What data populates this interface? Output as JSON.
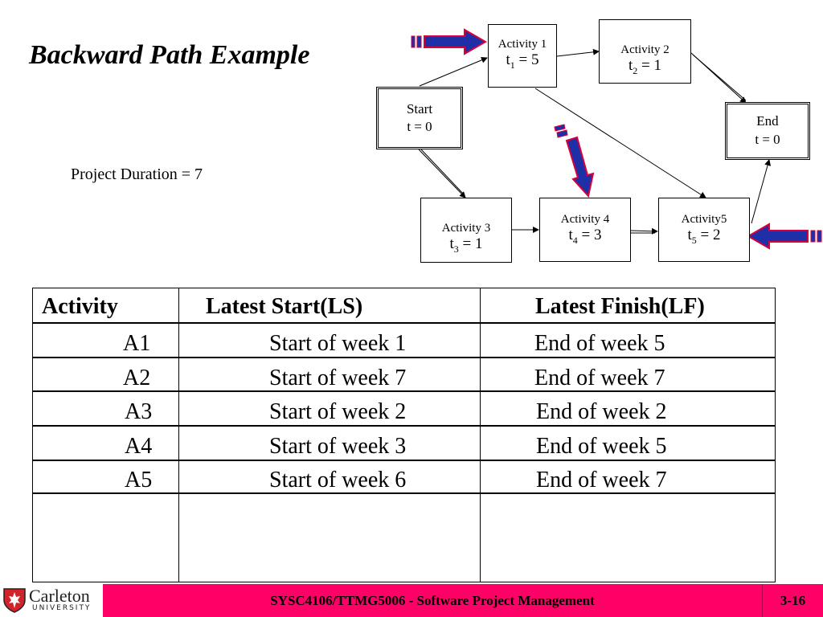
{
  "slide": {
    "title": "Backward Path Example",
    "duration": "Project Duration = 7"
  },
  "diagram": {
    "start": {
      "name": "Start",
      "time": "t = 0"
    },
    "end": {
      "name": "End",
      "time": "t = 0"
    },
    "a1": {
      "name": "Activity 1",
      "t": "t",
      "sub": "1",
      "eq": " = 5"
    },
    "a2": {
      "name": "Activity 2",
      "t": "t",
      "sub": "2",
      "eq": " = 1"
    },
    "a3": {
      "name": "Activity 3",
      "t": "t",
      "sub": "3",
      "eq": " = 1"
    },
    "a4": {
      "name": "Activity 4",
      "t": "t",
      "sub": "4",
      "eq": " = 3"
    },
    "a5": {
      "name": "Activity5",
      "t": "t",
      "sub": "5",
      "eq": " = 2"
    }
  },
  "table": {
    "headers": [
      "Activity",
      "Latest Start(LS)",
      "Latest Finish(LF)"
    ],
    "rows": [
      {
        "activity": "A1",
        "ls": "Start of week 1",
        "lf": "End of week 5"
      },
      {
        "activity": "A2",
        "ls": "Start of week 7",
        "lf": "End of week 7"
      },
      {
        "activity": "A3",
        "ls": "Start of week 2",
        "lf": "End of week 2"
      },
      {
        "activity": "A4",
        "ls": "Start of week 3",
        "lf": "End of week 5"
      },
      {
        "activity": "A5",
        "ls": "Start of week 6",
        "lf": "End of week 7"
      }
    ]
  },
  "footer": {
    "logo_name": "Carleton",
    "logo_sub": "UNIVERSITY",
    "course": "SYSC4106/TTMG5006 - Software Project Management",
    "page": "3-16"
  },
  "colors": {
    "footer_bar": "#ff0066",
    "pointer_arrow_fill": "#1f2fa8",
    "pointer_arrow_outline": "#d8003a",
    "logo_red": "#d2232a"
  }
}
